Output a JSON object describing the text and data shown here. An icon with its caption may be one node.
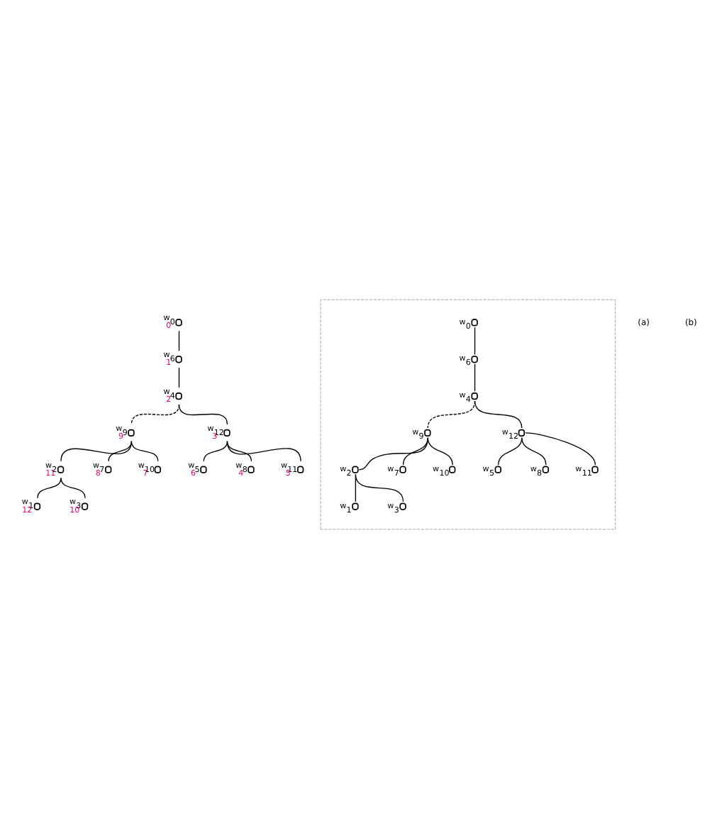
{
  "diagram": {
    "nodes": [
      {
        "text": [],
        "shape": "circle",
        "beside": [
          "w$_{0}$",
          "0"
        ]
      },
      {
        "text": [],
        "shape": "circle",
        "beside": [
          "w$_{1}$",
          "12"
        ]
      },
      {
        "text": [],
        "shape": "circle",
        "beside": [
          "w$_{2}$",
          "11"
        ]
      },
      {
        "text": [],
        "shape": "circle",
        "beside": [
          "w$_{3}$",
          "10"
        ]
      },
      {
        "text": [],
        "shape": "circle",
        "beside": [
          "w$_{4}$",
          "2"
        ]
      },
      {
        "text": [],
        "shape": "circle",
        "beside": [
          "w$_{5}$",
          "6"
        ]
      },
      {
        "text": [],
        "shape": "circle",
        "beside": [
          "w$_{6}$",
          "1"
        ]
      },
      {
        "text": [],
        "shape": "circle",
        "beside": [
          "w$_{7}$",
          "8"
        ]
      },
      {
        "text": [],
        "shape": "circle",
        "beside": [
          "w$_{8}$",
          "4"
        ]
      },
      {
        "text": [],
        "shape": "circle",
        "beside": [
          "w$_{9}$",
          "9"
        ]
      },
      {
        "text": [],
        "shape": "circle",
        "beside": [
          "w$_{10}$",
          "7"
        ]
      },
      {
        "text": [],
        "shape": "circle",
        "beside": [
          "w$_{11}$",
          "5"
        ]
      },
      {
        "text": [],
        "shape": "circle",
        "beside": [
          "w$_{12}$",
          "3"
        ]
      },
      {
        "text": [],
        "shape": "box"
      },
      {
        "text": [],
        "shape": "circle",
        "in": 13,
        "beside": [
          "w$_{0}$"
        ]
      },
      {
        "text": [],
        "shape": "circle",
        "in": 13,
        "beside": [
          "w$_{1}$"
        ]
      },
      {
        "text": [],
        "shape": "circle",
        "in": 13,
        "beside": [
          "w$_{2}$"
        ]
      },
      {
        "text": [],
        "shape": "circle",
        "in": 13,
        "beside": [
          "w$_{3}$"
        ]
      },
      {
        "text": [],
        "shape": "circle",
        "in": 13,
        "beside": [
          "w$_{4}$"
        ]
      },
      {
        "text": [],
        "shape": "circle",
        "in": 13,
        "beside": [
          "w$_{5}$"
        ]
      },
      {
        "text": [],
        "shape": "circle",
        "in": 13,
        "beside": [
          "w$_{6}$"
        ]
      },
      {
        "text": [],
        "shape": "circle",
        "in": 13,
        "beside": [
          "w$_{7}$"
        ]
      },
      {
        "text": [],
        "shape": "circle",
        "in": 13,
        "beside": [
          "w$_{8}$"
        ]
      },
      {
        "text": [],
        "shape": "circle",
        "in": 13,
        "beside": [
          "w$_{9}$"
        ]
      },
      {
        "text": [],
        "shape": "circle",
        "in": 13,
        "beside": [
          "w$_{10}$"
        ]
      },
      {
        "text": [],
        "shape": "circle",
        "in": 13,
        "beside": [
          "w$_{11}$"
        ]
      },
      {
        "text": [],
        "shape": "circle",
        "in": 13,
        "beside": [
          "w$_{12}$"
        ]
      }
    ],
    "edges": [
      {
        "from": 0,
        "to": 6,
        "arrow": "none"
      },
      {
        "from": 6,
        "to": 4,
        "arrow": "none"
      },
      {
        "from": 4,
        "to": 12,
        "arrow": "none"
      },
      {
        "from": 12,
        "to": 11,
        "arrow": "none"
      },
      {
        "from": 12,
        "to": 8,
        "arrow": "none"
      },
      {
        "from": 12,
        "to": 5,
        "arrow": "none"
      },
      {
        "from": 4,
        "to": 9,
        "arrow": "none",
        "style": "dashed"
      },
      {
        "from": 9,
        "to": 10,
        "arrow": "none"
      },
      {
        "from": 9,
        "to": 7,
        "arrow": "none"
      },
      {
        "from": 9,
        "to": 2,
        "arrow": "none"
      },
      {
        "from": 2,
        "to": 3,
        "arrow": "none"
      },
      {
        "from": 2,
        "to": 1,
        "arrow": "none"
      },
      {
        "from": 14,
        "to": 20,
        "arrow": "none"
      },
      {
        "from": 20,
        "to": 18,
        "arrow": "none"
      },
      {
        "from": 18,
        "to": 26,
        "arrow": "none"
      },
      {
        "from": 26,
        "to": 25,
        "arrow": "none"
      },
      {
        "from": 26,
        "to": 22,
        "arrow": "none"
      },
      {
        "from": 26,
        "to": 19,
        "arrow": "none"
      },
      {
        "from": 18,
        "to": 23,
        "arrow": "none",
        "style": "dashed"
      },
      {
        "from": 23,
        "to": 24,
        "arrow": "none"
      },
      {
        "from": 23,
        "to": 21,
        "arrow": "none"
      },
      {
        "from": 23,
        "to": 16,
        "arrow": "none"
      },
      {
        "from": 16,
        "to": 17,
        "arrow": "none"
      },
      {
        "from": 16,
        "to": 15,
        "arrow": "none"
      }
    ],
    "labels": [
      "(a)",
      "(b)"
    ]
  }
}
